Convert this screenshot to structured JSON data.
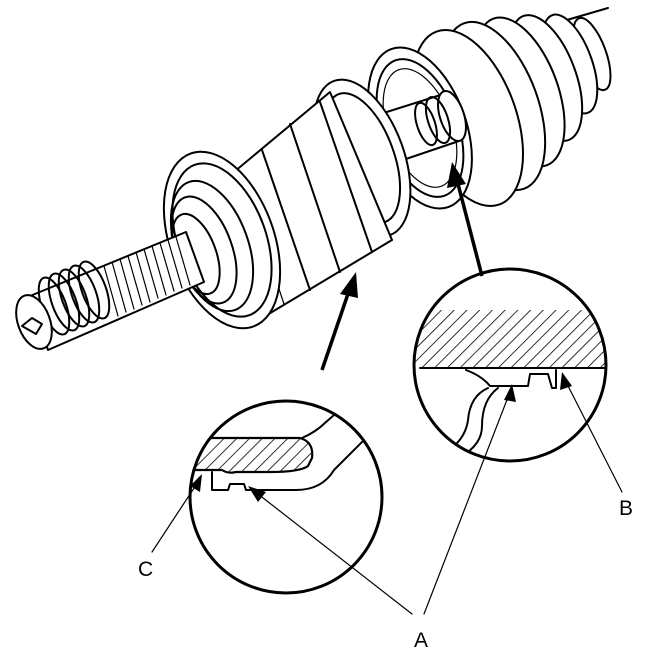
{
  "labels": {
    "a": "A",
    "b": "B",
    "c": "C"
  }
}
